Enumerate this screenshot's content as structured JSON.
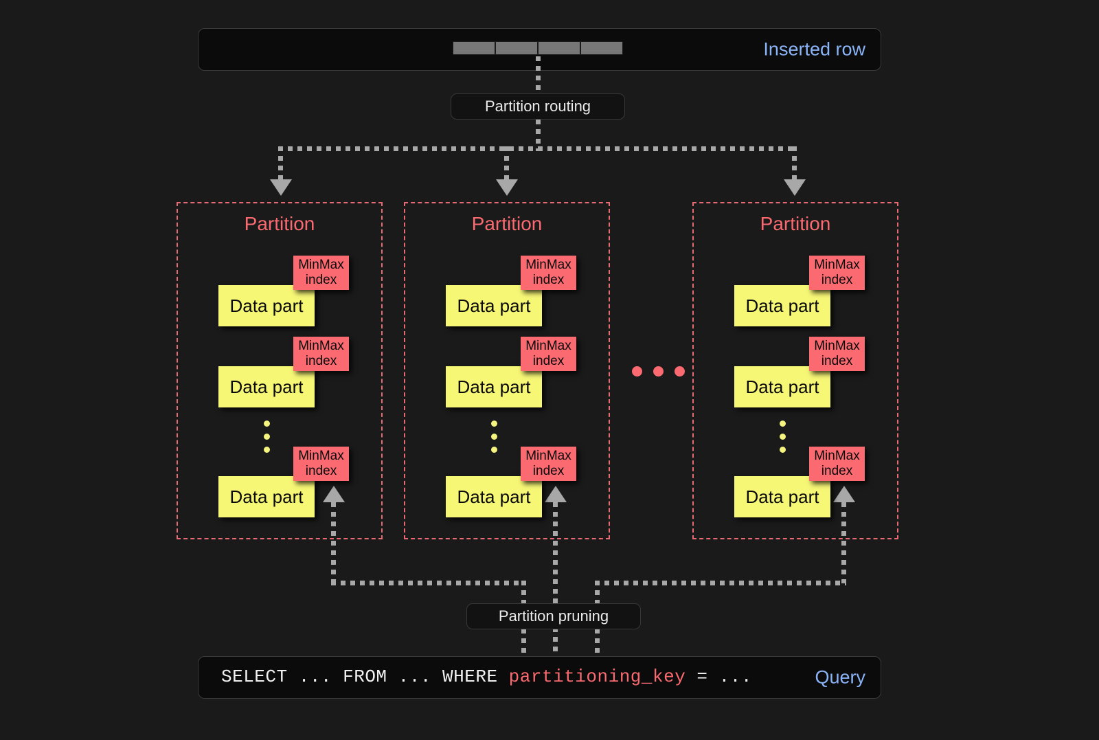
{
  "diagram": {
    "title": "ClickHouse partitioning: insert routing and partition pruning",
    "background_color": "#1a1a1a",
    "accent_colors": {
      "data_part": "#f7f776",
      "minmax_index": "#fa6a70",
      "partition_border": "#e86a72",
      "label_blue": "#8ab4f8",
      "connector_gray": "#a8a8a8"
    }
  },
  "inserted_row": {
    "label": "Inserted row",
    "cell_count": 4,
    "cells": [
      "",
      "",
      "",
      ""
    ]
  },
  "routing": {
    "label": "Partition routing"
  },
  "pruning": {
    "label": "Partition pruning"
  },
  "query": {
    "label": "Query",
    "prefix": "SELECT ... FROM ... WHERE ",
    "key": "partitioning_key",
    "suffix": " = ..."
  },
  "partitions": [
    {
      "title": "Partition",
      "parts": [
        {
          "data_part_label": "Data part",
          "minmax_label_line1": "MinMax",
          "minmax_label_line2": "index"
        },
        {
          "data_part_label": "Data part",
          "minmax_label_line1": "MinMax",
          "minmax_label_line2": "index"
        },
        {
          "data_part_label": "Data part",
          "minmax_label_line1": "MinMax",
          "minmax_label_line2": "index"
        }
      ],
      "ellipsis_dots": 3
    },
    {
      "title": "Partition",
      "parts": [
        {
          "data_part_label": "Data part",
          "minmax_label_line1": "MinMax",
          "minmax_label_line2": "index"
        },
        {
          "data_part_label": "Data part",
          "minmax_label_line1": "MinMax",
          "minmax_label_line2": "index"
        },
        {
          "data_part_label": "Data part",
          "minmax_label_line1": "MinMax",
          "minmax_label_line2": "index"
        }
      ],
      "ellipsis_dots": 3
    },
    {
      "title": "Partition",
      "parts": [
        {
          "data_part_label": "Data part",
          "minmax_label_line1": "MinMax",
          "minmax_label_line2": "index"
        },
        {
          "data_part_label": "Data part",
          "minmax_label_line1": "MinMax",
          "minmax_label_line2": "index"
        },
        {
          "data_part_label": "Data part",
          "minmax_label_line1": "MinMax",
          "minmax_label_line2": "index"
        }
      ],
      "ellipsis_dots": 3
    }
  ],
  "partition_ellipsis_dots": 3
}
